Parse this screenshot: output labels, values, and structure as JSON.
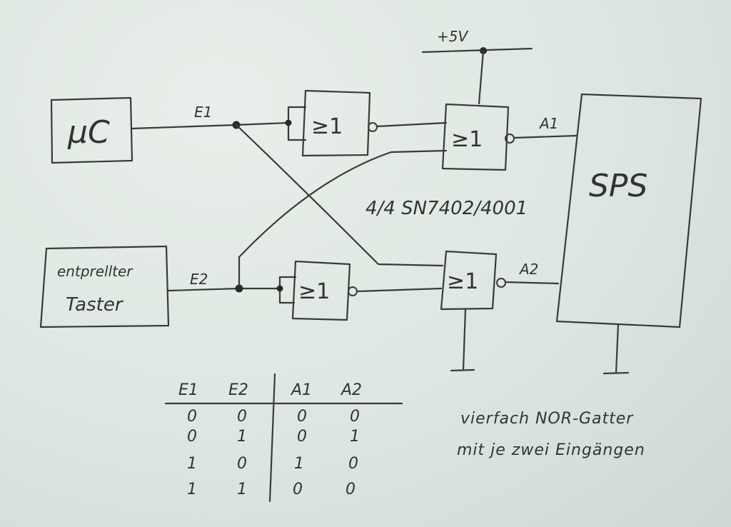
{
  "blocks": {
    "mc": "µC",
    "taster_line1": "entprellter",
    "taster_line2": "Taster",
    "sps": "SPS"
  },
  "signals": {
    "supply": "+5V",
    "e1": "E1",
    "e2": "E2",
    "a1": "A1",
    "a2": "A2"
  },
  "gates": {
    "symbol": "≥1",
    "part_label": "4/4 SN7402/4001"
  },
  "truth_table": {
    "headers": [
      "E1",
      "E2",
      "A1",
      "A2"
    ],
    "rows": [
      [
        "0",
        "0",
        "0",
        "0"
      ],
      [
        "0",
        "1",
        "0",
        "1"
      ],
      [
        "1",
        "0",
        "1",
        "0"
      ],
      [
        "1",
        "1",
        "0",
        "0"
      ]
    ]
  },
  "note": {
    "line1": "vierfach NOR-Gatter",
    "line2": "mit je zwei Eingängen"
  }
}
